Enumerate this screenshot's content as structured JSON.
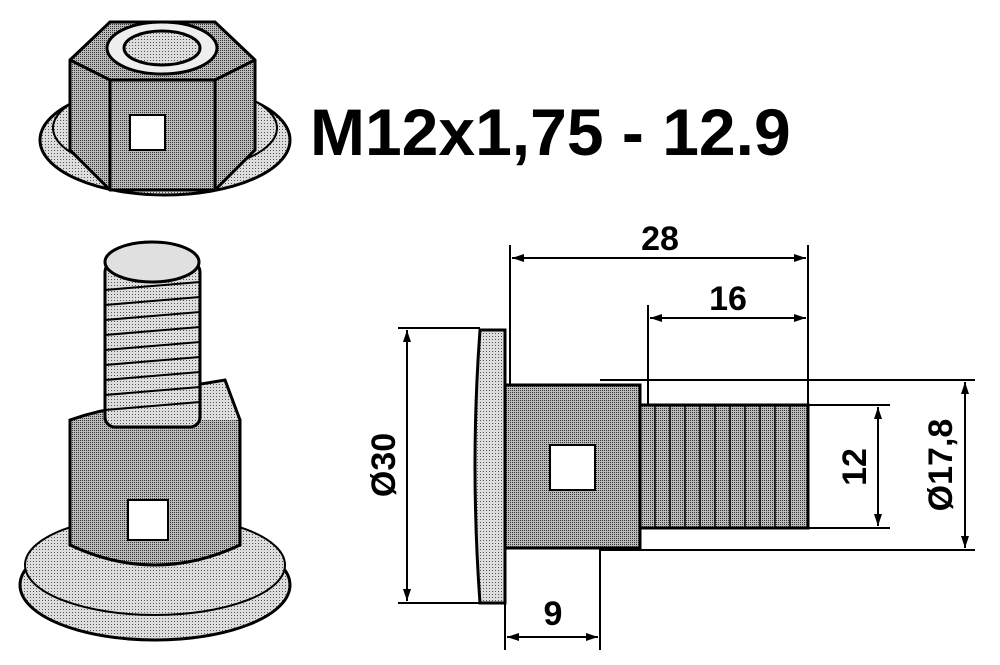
{
  "title": "M12x1,75 - 12.9",
  "dimensions": {
    "length_total": "28",
    "thread_length": "16",
    "head_diameter": "Ø30",
    "thread_diameter": "12",
    "shank_diameter": "Ø17,8",
    "head_to_shoulder": "9"
  },
  "colors": {
    "ink": "#000000",
    "shade": "#b8b8b8",
    "light": "#d8d8d8"
  }
}
